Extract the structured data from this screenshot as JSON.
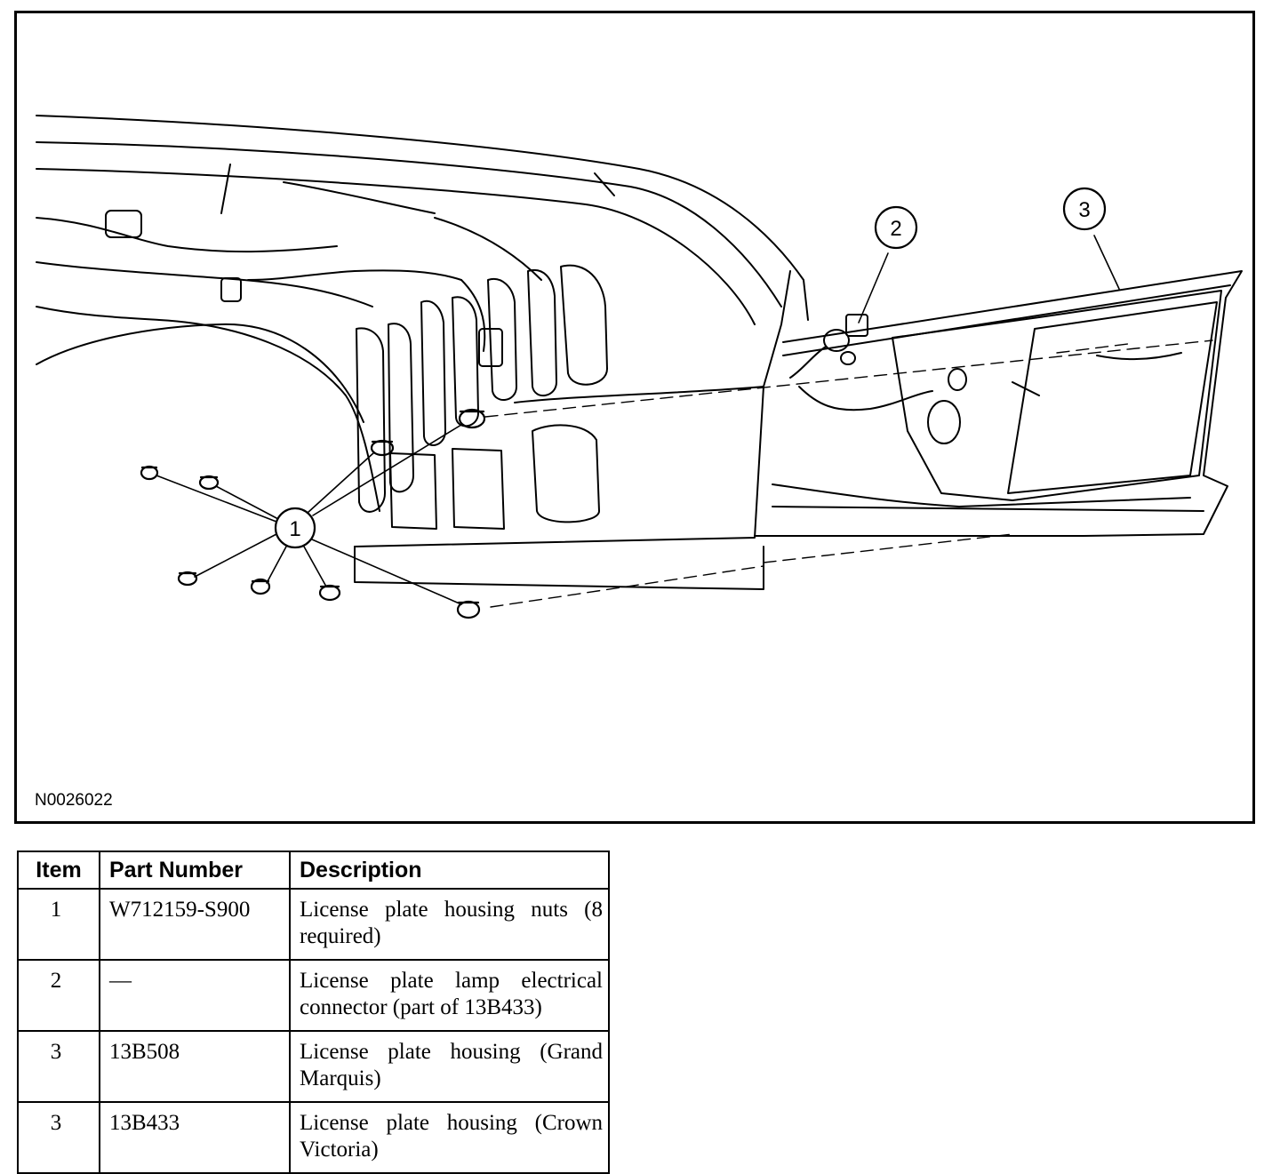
{
  "figure": {
    "id": "N0026022",
    "callouts": [
      "1",
      "2",
      "3"
    ]
  },
  "parts_table": {
    "headers": {
      "item": "Item",
      "part_number": "Part Number",
      "description": "Description"
    },
    "rows": [
      {
        "item": "1",
        "part_number": "W712159-S900",
        "description": "License plate housing nuts (8 required)"
      },
      {
        "item": "2",
        "part_number": "—",
        "description": "License plate lamp electrical connector (part of 13B433)"
      },
      {
        "item": "3",
        "part_number": "13B508",
        "description": "License plate housing (Grand Marquis)"
      },
      {
        "item": "3",
        "part_number": "13B433",
        "description": "License plate housing (Crown Victoria)"
      }
    ]
  }
}
